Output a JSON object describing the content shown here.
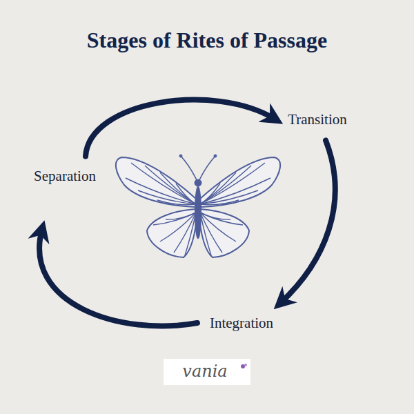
{
  "diagram": {
    "title": "Stages of Rites of Passage",
    "nodes": [
      {
        "text": [
          "Separation"
        ]
      },
      {
        "text": [
          "Transition"
        ]
      },
      {
        "text": [
          "Integration"
        ]
      }
    ],
    "edges": [
      {
        "from": 0,
        "to": 1,
        "arrow": "to"
      },
      {
        "from": 1,
        "to": 2,
        "arrow": "to"
      },
      {
        "from": 2,
        "to": 0,
        "arrow": "to"
      }
    ],
    "labels": [
      "vania"
    ]
  }
}
